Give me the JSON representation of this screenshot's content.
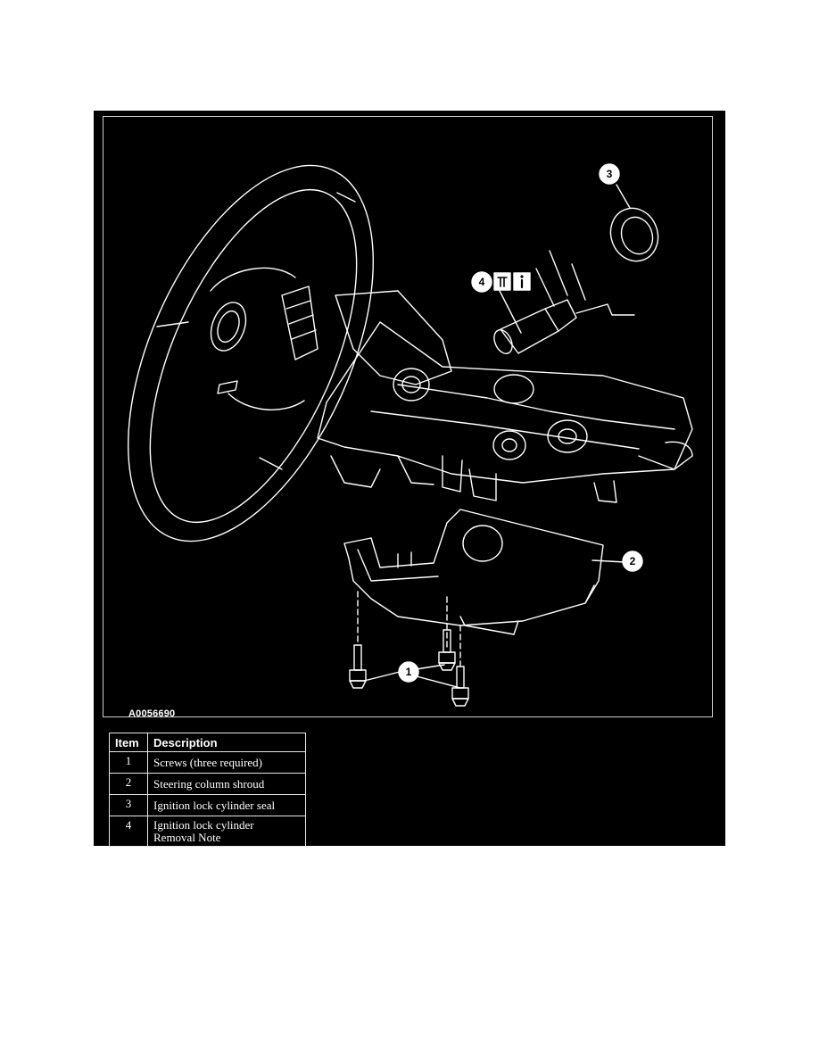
{
  "figure": {
    "id_label": "A0056690",
    "callouts": [
      "1",
      "2",
      "3",
      "4"
    ]
  },
  "legend": {
    "headers": {
      "item": "Item",
      "description": "Description"
    },
    "rows": [
      {
        "item": "1",
        "lines": [
          "Screws (three required)"
        ]
      },
      {
        "item": "2",
        "lines": [
          "Steering column shroud"
        ]
      },
      {
        "item": "3",
        "lines": [
          "Ignition lock cylinder seal"
        ]
      },
      {
        "item": "4",
        "lines": [
          "Ignition lock cylinder",
          "Removal Note"
        ]
      }
    ]
  },
  "colors": {
    "background": "#000000",
    "line": "#ffffff",
    "page": "#ffffff"
  }
}
